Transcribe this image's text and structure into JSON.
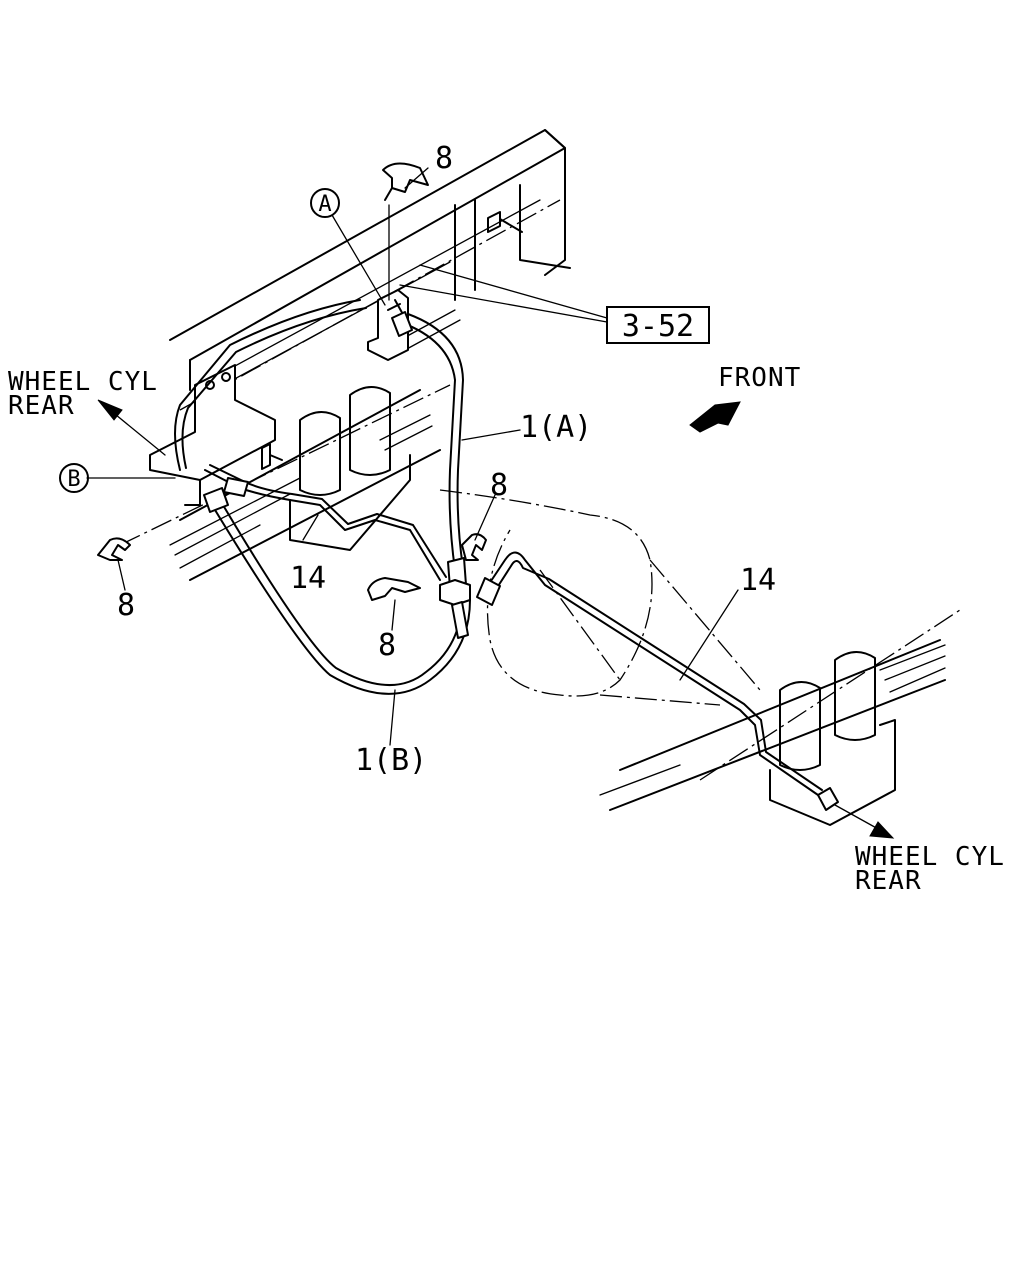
{
  "labels": {
    "wheel_cyl_left_line1": "WHEEL CYL",
    "wheel_cyl_left_line2": "REAR",
    "wheel_cyl_right_line1": "WHEEL CYL",
    "wheel_cyl_right_line2": "REAR",
    "front": "FRONT",
    "ref_box": "3-52",
    "callout_a": "A",
    "callout_b": "B",
    "hose_1a": "1(A)",
    "hose_1b": "1(B)",
    "pipe_14_left": "14",
    "pipe_14_right": "14",
    "clip_8_top": "8",
    "clip_8_left": "8",
    "clip_8_center": "8",
    "clip_8_right": "8"
  },
  "colors": {
    "ink": "#000000",
    "paper": "#ffffff"
  }
}
